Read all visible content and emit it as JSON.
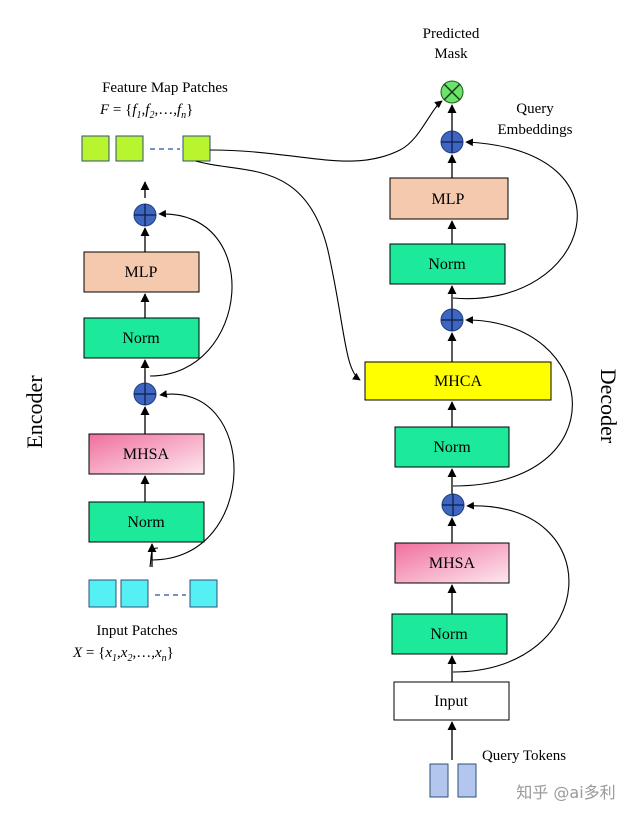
{
  "encoder": {
    "title": "Encoder",
    "blocks": {
      "mlp": "MLP",
      "norm_top": "Norm",
      "mhsa": "MHSA",
      "norm_bottom": "Norm"
    },
    "input_caption": "Input Patches",
    "input_formula": "X = {x1,x2,...,xn}",
    "output_caption": "Feature Map Patches",
    "output_formula": "F = {f1,f2,...,fn}"
  },
  "decoder": {
    "title": "Decoder",
    "blocks": {
      "mlp": "MLP",
      "norm_top": "Norm",
      "mhca": "MHCA",
      "norm_mid": "Norm",
      "mhsa": "MHSA",
      "norm_bottom": "Norm",
      "input": "Input"
    },
    "query_tokens_caption": "Query Tokens",
    "query_embeddings_caption_line1": "Query",
    "query_embeddings_caption_line2": "Embeddings",
    "predicted_mask_line1": "Predicted",
    "predicted_mask_line2": "Mask"
  },
  "watermark": "知乎 @ai多利",
  "colors": {
    "norm": "#1de99a",
    "mlp": "#f5c9ad",
    "mhsa_top": "#f06f9e",
    "mhsa_bottom": "#fde8ef",
    "mhca": "#ffff00",
    "input_patch": "#55f0f3",
    "feature_patch": "#b9f52e",
    "query_token": "#b3c6ee",
    "add_node": "#3e66c0",
    "mask_node": "#6be36b"
  }
}
